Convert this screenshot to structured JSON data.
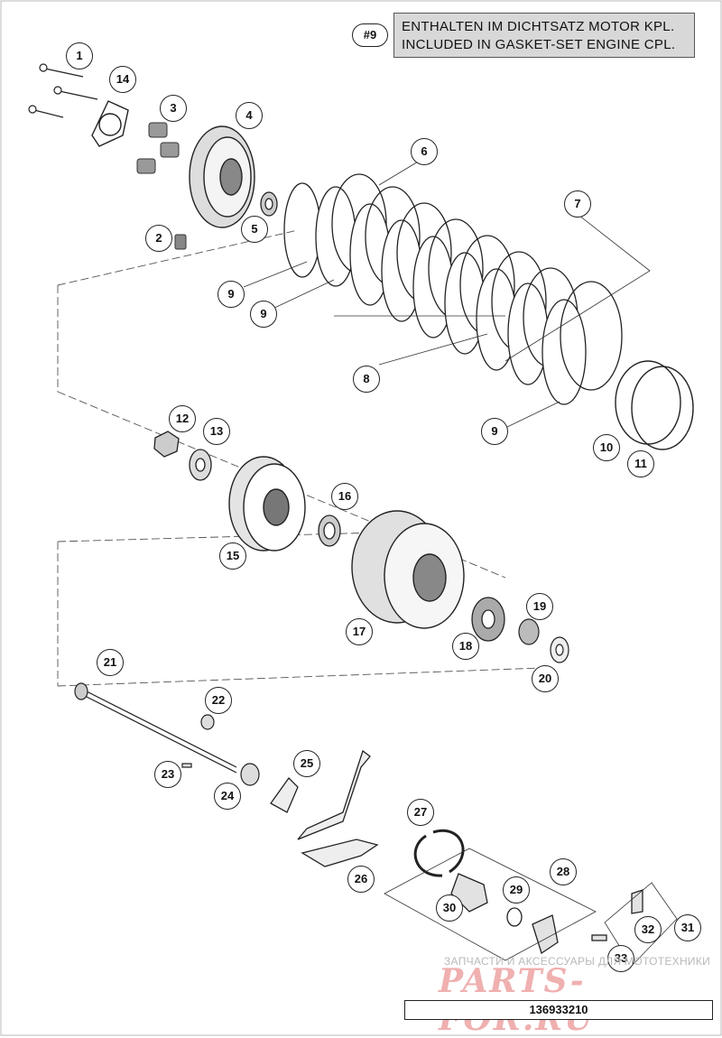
{
  "gasket_note": {
    "badge": "#9",
    "line1": "ENTHALTEN IM DICHTSATZ MOTOR KPL.",
    "line2": "INCLUDED IN GASKET-SET ENGINE CPL."
  },
  "callouts": [
    "1",
    "14",
    "3",
    "4",
    "2",
    "5",
    "6",
    "7",
    "9",
    "9",
    "8",
    "9",
    "10",
    "11",
    "12",
    "13",
    "15",
    "16",
    "17",
    "18",
    "19",
    "20",
    "21",
    "22",
    "23",
    "24",
    "25",
    "26",
    "27",
    "28",
    "29",
    "30",
    "31",
    "32",
    "33"
  ],
  "watermark": {
    "shop": "ЗАПЧАСТИ И АКСЕССУАРЫ ДЛЯ МОТОТЕХНИКИ",
    "brand": "PARTS-FOR.RU"
  },
  "reference_number": "136933210"
}
